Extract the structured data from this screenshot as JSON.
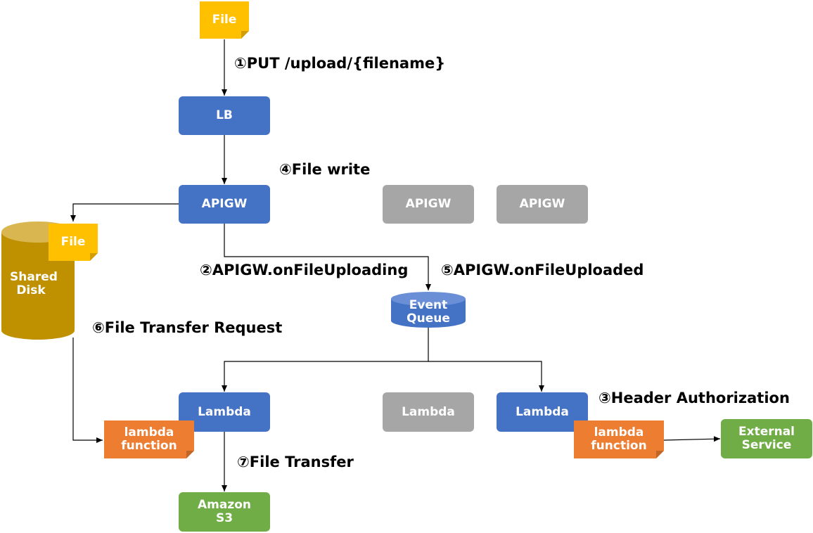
{
  "nodes": {
    "file_top": "File",
    "lb": "LB",
    "apigw_main": "APIGW",
    "apigw_2": "APIGW",
    "apigw_3": "APIGW",
    "shared_disk": "Shared\nDisk",
    "file_disk": "File",
    "event_queue": "Event\nQueue",
    "lambda_left": "Lambda",
    "lambda_mid": "Lambda",
    "lambda_right": "Lambda",
    "lambda_fn_left": "lambda\nfunction",
    "lambda_fn_right": "lambda\nfunction",
    "external_service": "External\nService",
    "amazon_s3": "Amazon\nS3"
  },
  "steps": {
    "s1": "①PUT /upload/{filename}",
    "s2": "②APIGW.onFileUploading",
    "s3": "③Header Authorization",
    "s4": "④File write",
    "s5": "⑤APIGW.onFileUploaded",
    "s6": "⑥File Transfer Request",
    "s7": "⑦File Transfer"
  },
  "colors": {
    "blue": "#4472c4",
    "gray": "#a6a6a6",
    "green": "#70ad47",
    "orange": "#ed7d31",
    "yellow": "#ffc000",
    "disk": "#bf9000"
  }
}
